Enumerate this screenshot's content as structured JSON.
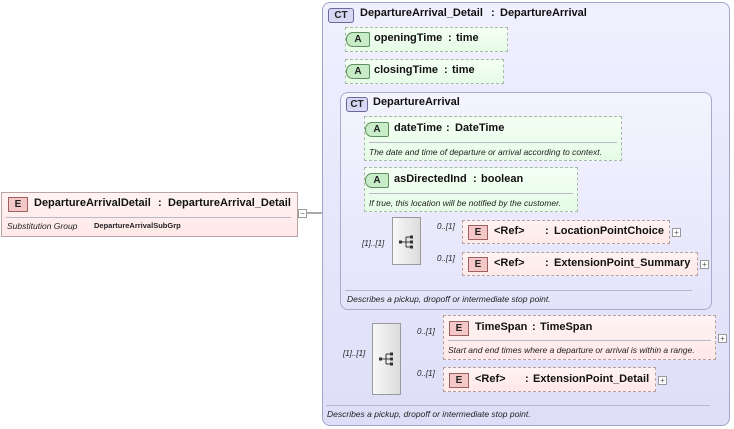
{
  "root": {
    "badge": "E",
    "name": "DepartureArrivalDetail",
    "type": "DepartureArrival_Detail",
    "subst_label": "Substitution Group",
    "subst_value": "DepartureArrivalSubGrp",
    "collapse_symbol": "−"
  },
  "outer_type": {
    "badge": "CT",
    "name": "DepartureArrival_Detail",
    "base": "DepartureArrival",
    "doc": "Describes a pickup, dropoff or intermediate stop point."
  },
  "attributes_outer": [
    {
      "badge": "A",
      "name": "openingTime",
      "type": "time"
    },
    {
      "badge": "A",
      "name": "closingTime",
      "type": "time"
    }
  ],
  "inner_type": {
    "badge": "CT",
    "name": "DepartureArrival",
    "doc": "Describes a pickup, dropoff or intermediate stop point.",
    "attributes": [
      {
        "badge": "A",
        "name": "dateTime",
        "type": "DateTime",
        "doc": "The date and time of departure or arrival according to context."
      },
      {
        "badge": "A",
        "name": "asDirectedInd",
        "type": "boolean",
        "doc": "If true, this location will be notified by the customer."
      }
    ],
    "sequence_mult": "[1]..[1]",
    "children": [
      {
        "badge": "E",
        "ref": "<Ref>",
        "name": "LocationPointChoice",
        "mult": "0..[1]"
      },
      {
        "badge": "E",
        "ref": "<Ref>",
        "name": "ExtensionPoint_Summary",
        "mult": "0..[1]"
      }
    ]
  },
  "outer_sequence": {
    "mult": "[1]..[1]",
    "children": [
      {
        "badge": "E",
        "name": "TimeSpan",
        "type": "TimeSpan",
        "mult": "0..[1]",
        "doc": "Start and end times where a departure or arrival is within a range."
      },
      {
        "badge": "E",
        "ref": "<Ref>",
        "name": "ExtensionPoint_Detail",
        "mult": "0..[1]"
      }
    ]
  },
  "expand_symbol": "+",
  "colon": ":"
}
